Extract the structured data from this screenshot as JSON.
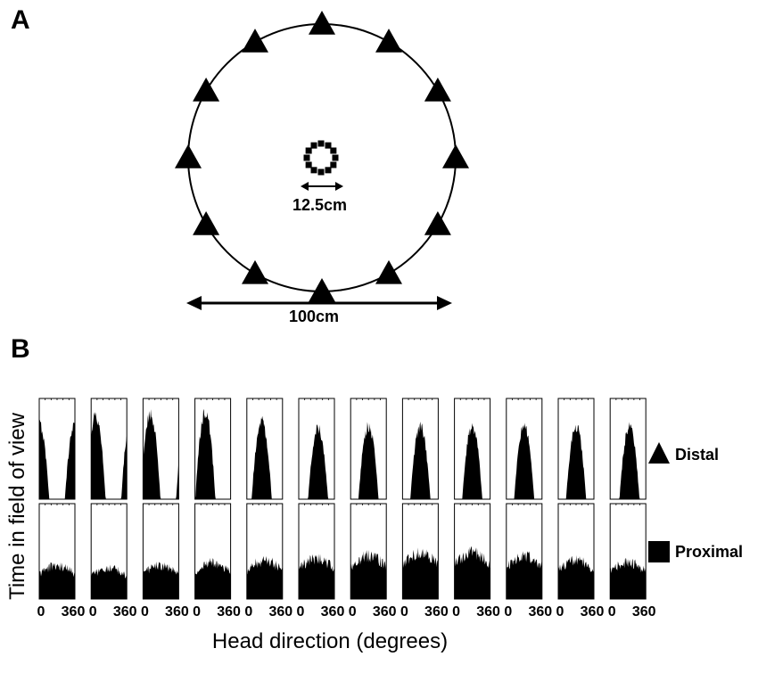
{
  "panel_a": {
    "label": "A",
    "arena_diameter_label": "100cm",
    "proximal_ring_diameter_label": "12.5cm",
    "distal_cue_count": 12,
    "proximal_cue_count": 12
  },
  "panel_b": {
    "label": "B",
    "y_axis_label": "Time in field of view",
    "x_axis_label": "Head direction (degrees)",
    "x_tick_labels": [
      "0",
      "360"
    ],
    "legend": [
      {
        "name": "Distal",
        "symbol": "triangle"
      },
      {
        "name": "Proximal",
        "symbol": "square"
      }
    ],
    "histogram_count_per_row": 12,
    "bar_color": "#000000"
  },
  "chart_data": {
    "type": "area",
    "x_range": [
      0,
      360
    ],
    "rows": [
      {
        "name": "Distal",
        "note": "peak head-direction shifts across 12 panels",
        "peak_direction": [
          0,
          45,
          75,
          105,
          150,
          195,
          180,
          180,
          180,
          180,
          180,
          195
        ],
        "peak_fraction": [
          0.75,
          0.82,
          0.85,
          0.85,
          0.78,
          0.7,
          0.72,
          0.72,
          0.72,
          0.72,
          0.72,
          0.72
        ]
      },
      {
        "name": "Proximal",
        "peak_fraction": [
          0.35,
          0.32,
          0.35,
          0.38,
          0.4,
          0.42,
          0.45,
          0.48,
          0.48,
          0.45,
          0.4,
          0.38
        ]
      }
    ]
  }
}
